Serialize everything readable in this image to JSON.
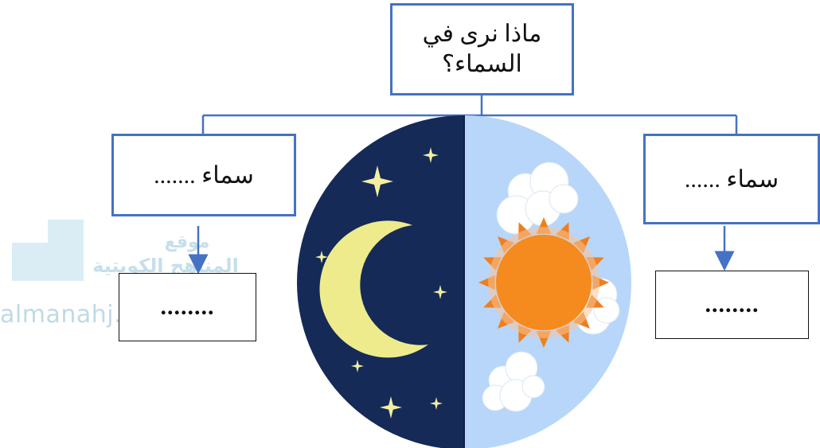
{
  "title": "ماذا نرى في السماء؟",
  "left_label": "سماء .......",
  "right_label": "سماء ......",
  "left_answer": "........",
  "right_answer": "........",
  "watermark": {
    "line1": "موقع",
    "line2": "المناهج الكويتية",
    "line3": "almanahj.com/kw"
  },
  "colors": {
    "box_border": "#4472c4",
    "connector": "#4472c4",
    "night_sky": "#152a57",
    "day_sky": "#b7d6fa",
    "moon": "#eeeb8c",
    "sun": "#f58a1f",
    "sun_rays": "#ee7f1e",
    "stars": "#f2f0a0",
    "clouds": "#ffffff"
  },
  "icons": [
    "sun-icon",
    "moon-icon",
    "star-icon",
    "cloud-icon"
  ]
}
